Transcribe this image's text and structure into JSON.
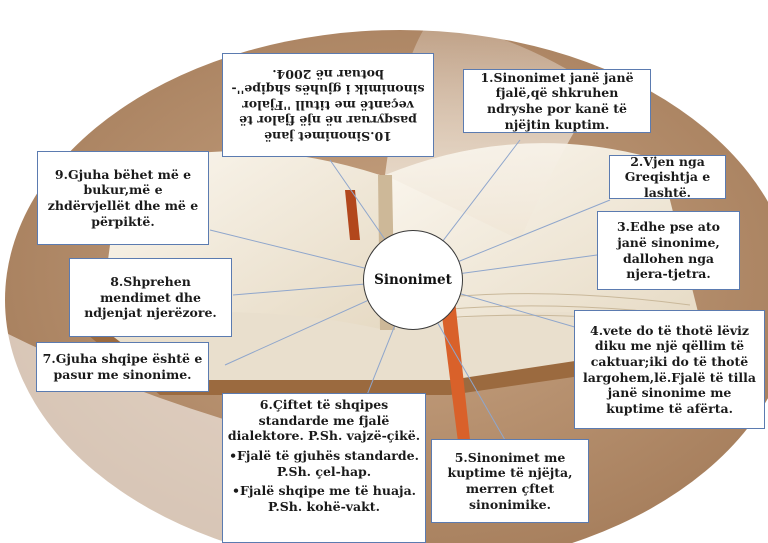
{
  "center": {
    "label": "Sinonimet"
  },
  "boxes": {
    "b1": "1.Sinonimet janë janë fjalë,që shkruhen ndryshe por kanë të njëjtin kuptim.",
    "b2": "2.Vjen nga Greqishtja e lashtë.",
    "b3": "3.Edhe pse ato janë sinonime, dallohen nga njera-tjetra.",
    "b4": "4.vete do të thotë lëviz diku me një qëllim të caktuar;iki do të thotë largohem,lë.Fjalë të tilla janë sinonime me kuptime të afërta.",
    "b5": "5.Sinonimet me kuptime të njëjta, merren çftet sinonimike.",
    "b6": {
      "p1": "6.Çiftet të shqipes standarde me fjalë dialektore. P.Sh. vajzë-çikë.",
      "p2": "•Fjalë të gjuhës standarde. P.Sh. çel-hap.",
      "p3": "•Fjalë shqipe me të huaja. P.Sh. kohë-vakt."
    },
    "b7": "7.Gjuha shqipe është e pasur me sinonime.",
    "b8": "8.Shprehen mendimet dhe ndjenjat njerëzore.",
    "b9": "9.Gjuha bëhet më e bukur,më e zhdërvjellët dhe më e përpiktë.",
    "b10": "10.Sinonimet janë pasqyruar në një fjalor të veçantë me titull ''Fjalor sinonimik i gjuhës shqipe''- botuar në 2004."
  },
  "colors": {
    "table": "#b89373",
    "book_page": "#f4ede0",
    "book_shadow": "#d8c9b0",
    "bookmark": "#d9612a",
    "box_border": "#5b7bb0",
    "connector": "#8fa6cc"
  }
}
